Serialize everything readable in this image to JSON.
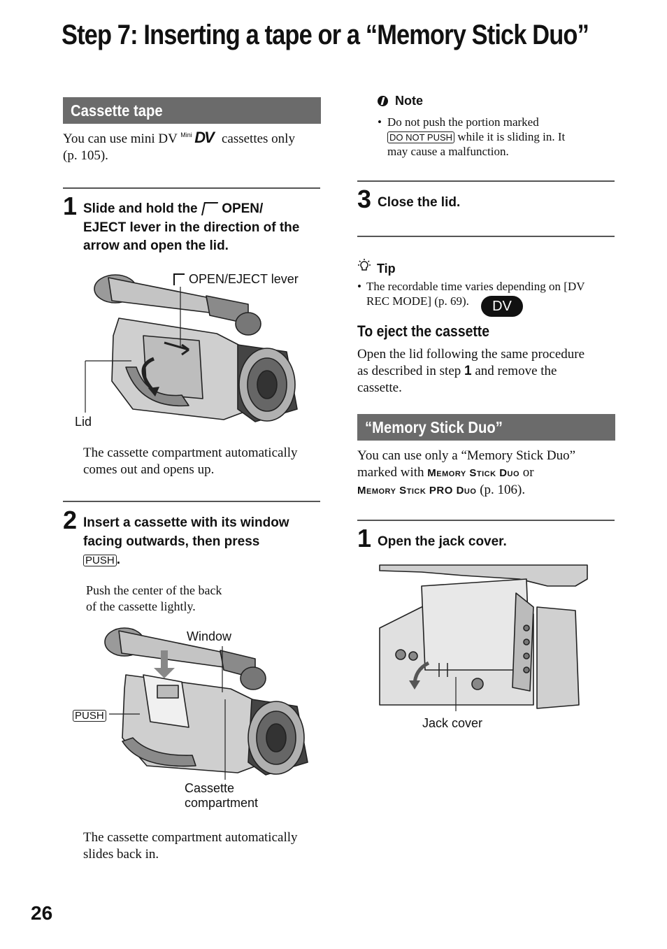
{
  "page": {
    "title": "Step 7: Inserting a tape or a “Memory Stick Duo”",
    "page_number": "26"
  },
  "cassette": {
    "heading": "Cassette tape",
    "intro_pre": "You can use mini DV",
    "mini_label": "Mini",
    "dv_logo": "DV",
    "intro_post": "cassettes only",
    "intro_line2": "(p. 105).",
    "step1": {
      "number": "1",
      "line1_pre": "Slide and hold the",
      "line1_post": "OPEN/",
      "line2": "EJECT lever in the direction of the",
      "line3": "arrow and open the lid.",
      "label_lever": "OPEN/EJECT lever",
      "label_lid": "Lid",
      "caption_line1": "The cassette compartment automatically",
      "caption_line2": "comes out and opens up."
    },
    "step2": {
      "number": "2",
      "line1": "Insert a cassette with its window",
      "line2": "facing outwards, then press",
      "push_label": "PUSH",
      "period": ".",
      "subcaption_line1": "Push the center of the back",
      "subcaption_line2": "of the cassette lightly.",
      "label_window": "Window",
      "label_push": "PUSH",
      "label_compartment_line1": "Cassette",
      "label_compartment_line2": "compartment",
      "caption_line1": "The cassette compartment automatically",
      "caption_line2": "slides back in."
    }
  },
  "note": {
    "heading": "Note",
    "bullet": "•",
    "line1": "Do not push the portion marked",
    "box_label": "DO NOT PUSH",
    "line2_post": "while it is sliding in. It",
    "line3": "may cause a malfunction."
  },
  "step3": {
    "number": "3",
    "text": "Close the lid."
  },
  "tip": {
    "heading": "Tip",
    "bullet": "•",
    "line1": "The recordable time varies depending on [DV",
    "line2": "REC MODE] (p. 69).",
    "badge": "DV"
  },
  "eject": {
    "heading": "To eject the cassette",
    "line1": "Open the lid following the same procedure",
    "line2_pre": "as described in step",
    "line2_step": "1",
    "line2_post": "and remove the",
    "line3": "cassette."
  },
  "memory_stick": {
    "heading": "“Memory Stick Duo”",
    "line1": "You can use only a “Memory Stick Duo”",
    "line2_pre": "marked with",
    "logo1": "Memory Stick Duo",
    "line2_post": "or",
    "logo2": "Memory Stick PRO Duo",
    "line3_post": "(p. 106).",
    "step1": {
      "number": "1",
      "text": "Open the jack cover.",
      "label_jack": "Jack cover"
    }
  }
}
